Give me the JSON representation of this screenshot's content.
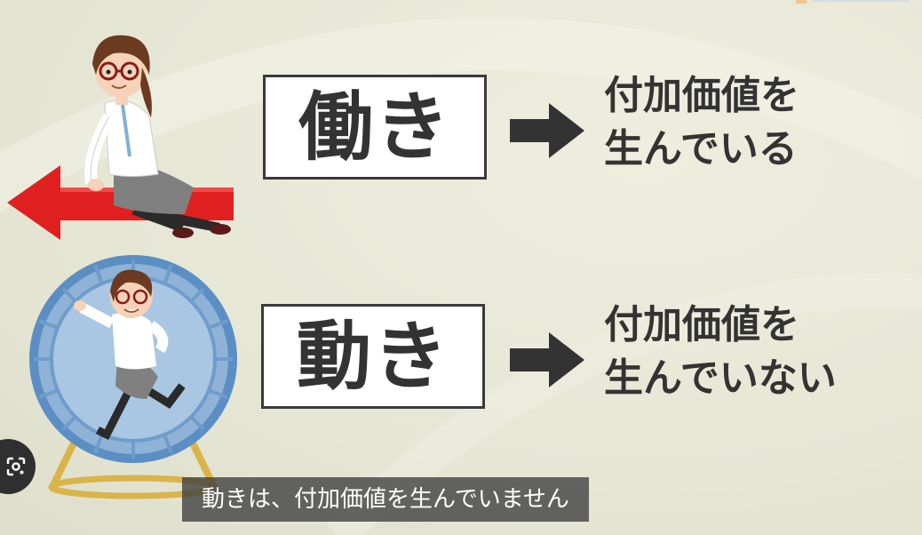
{
  "row1": {
    "box_text": "働き",
    "result_line1": "付加価値を",
    "result_line2": "生んでいる"
  },
  "row2": {
    "box_text": "動き",
    "result_line1": "付加価値を",
    "result_line2": "生んでいない"
  },
  "caption": "動きは、付加価値を生んでいません",
  "colors": {
    "background": "#e9e9d9",
    "box_border": "#3a3a3a",
    "text": "#333333",
    "red_arrow": "#e02020",
    "wheel_blue": "#5b8fc4"
  },
  "icons": {
    "arrow": "right-arrow-icon",
    "lens": "google-lens-icon"
  }
}
